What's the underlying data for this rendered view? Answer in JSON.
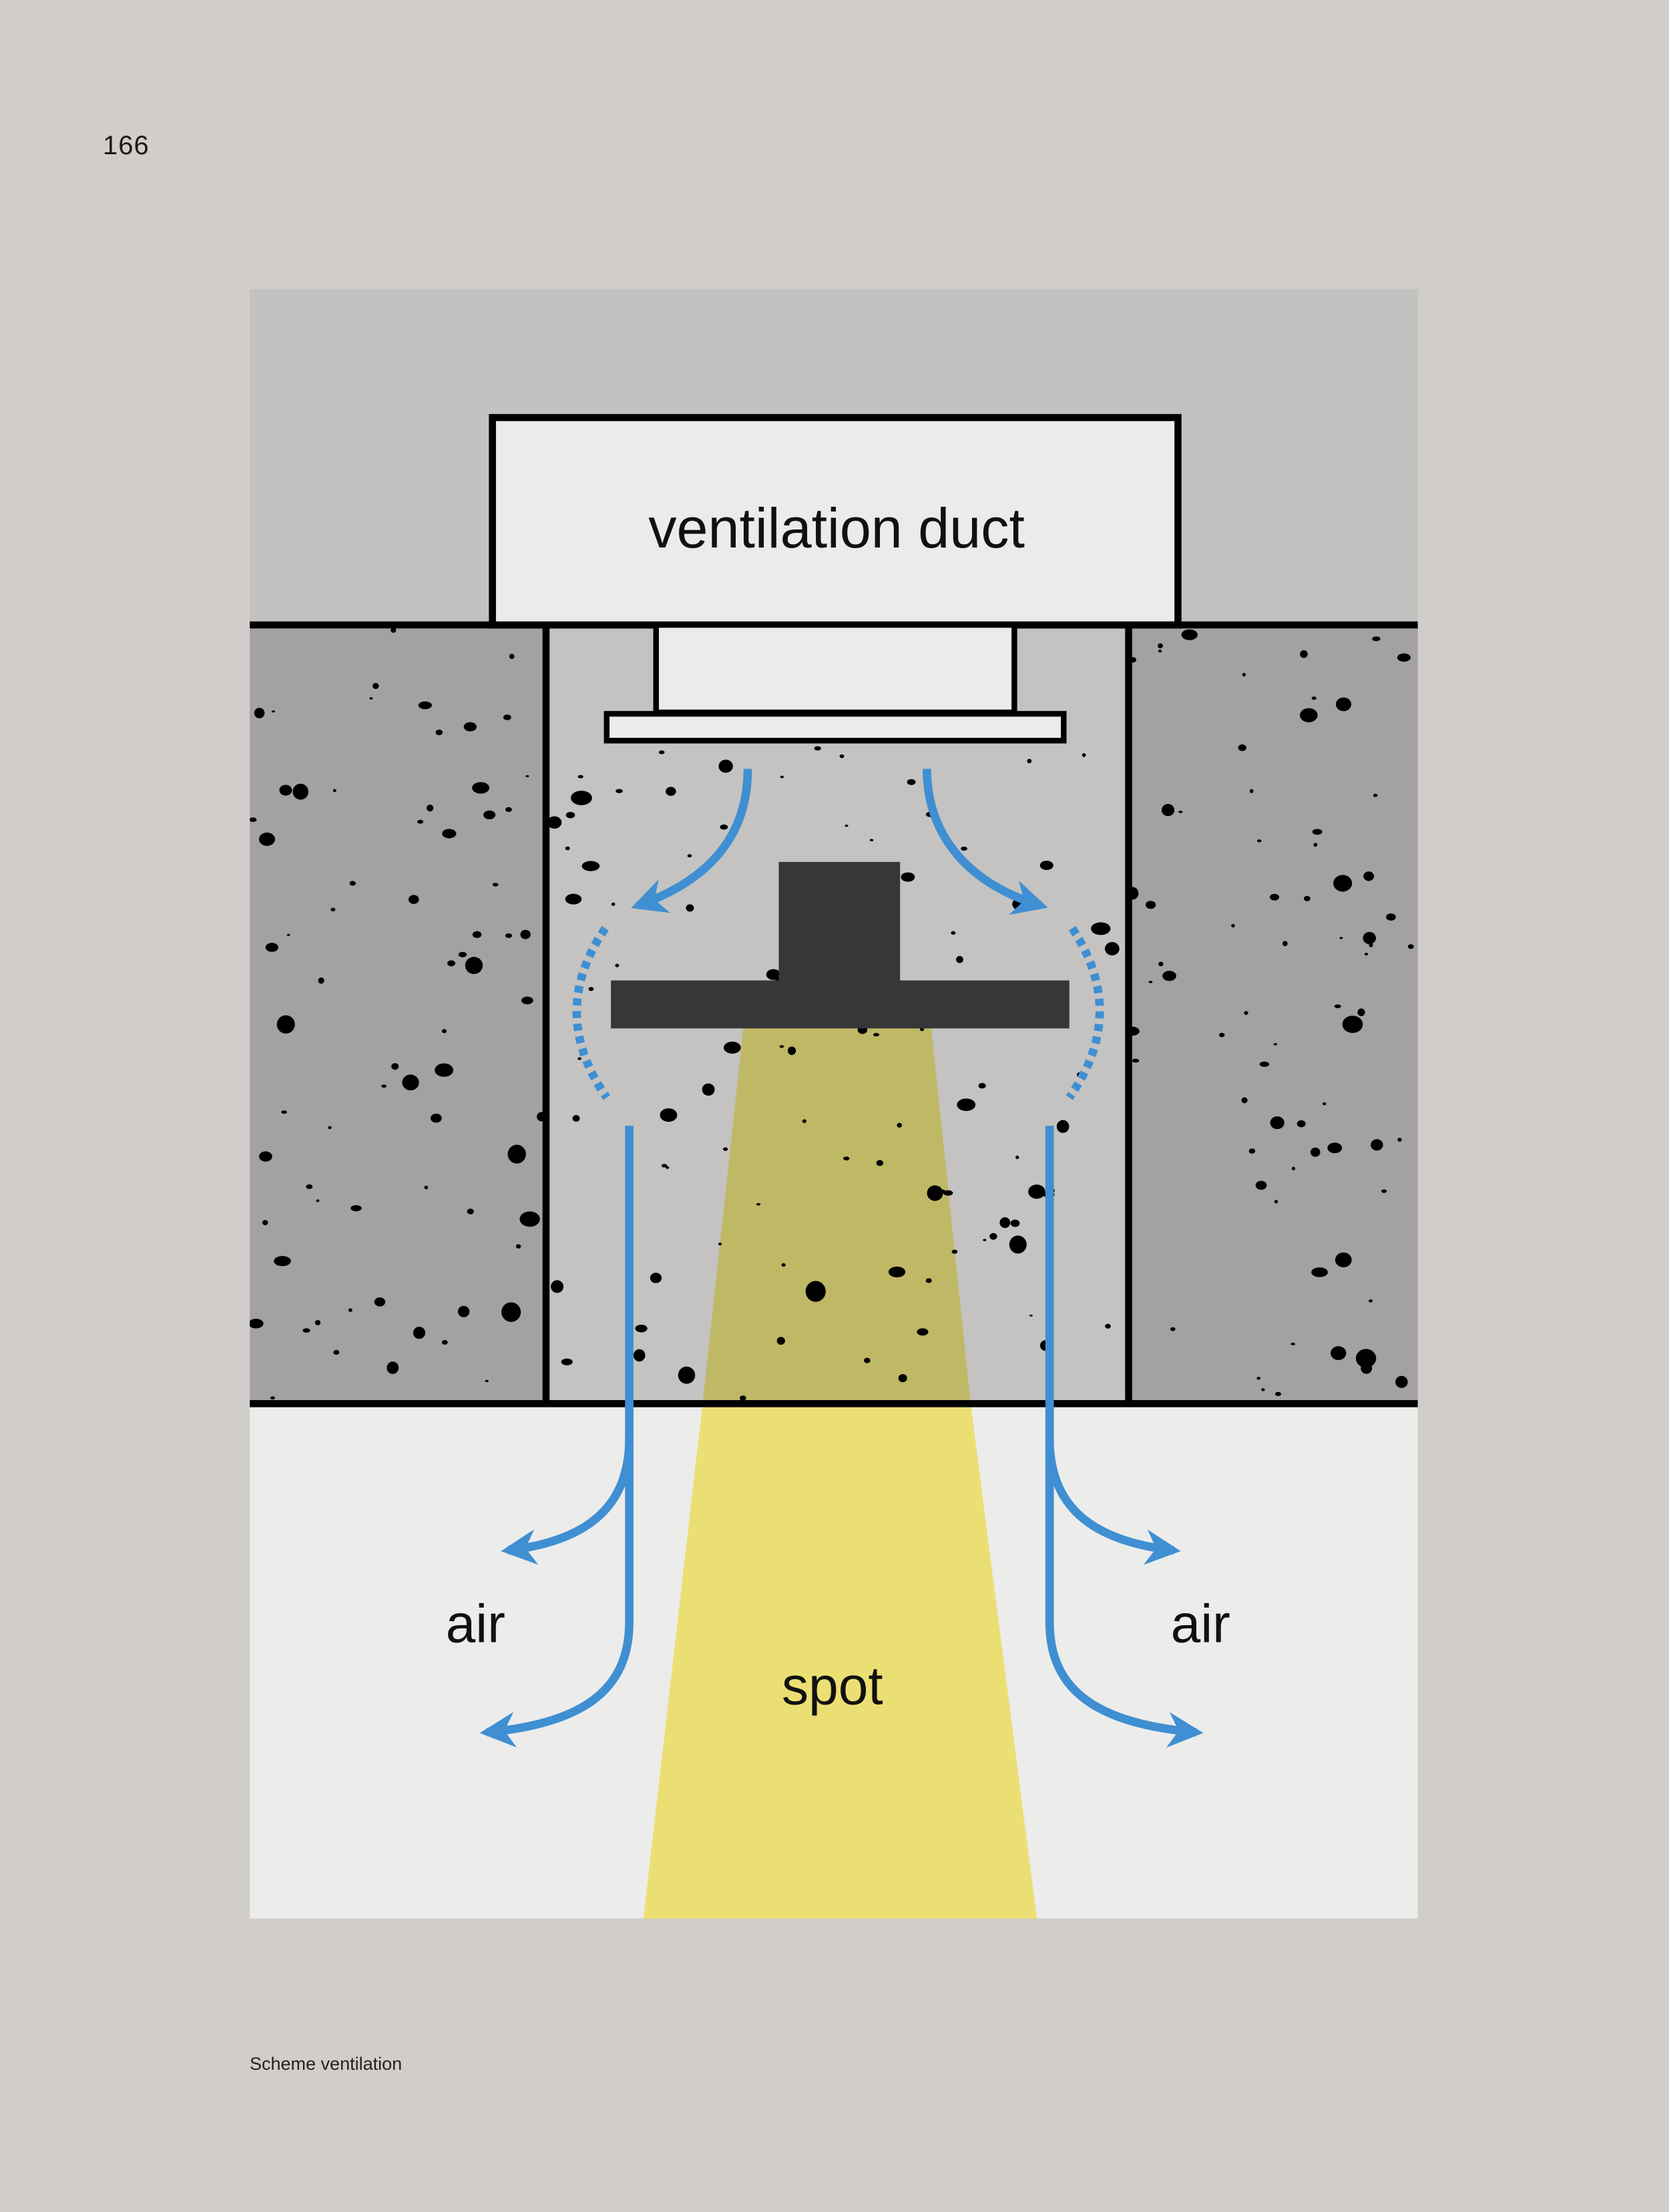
{
  "page_number": "166",
  "caption": "Scheme ventilation",
  "diagram": {
    "duct_label": "ventilation duct",
    "air_left_label": "air",
    "air_right_label": "air",
    "spot_label": "spot"
  },
  "colors": {
    "background": "#d1cdca",
    "ceiling_void": "#c3c2c0",
    "concrete": "#a3a1a2",
    "opening": "#c4c3c1",
    "room": "#ececeb",
    "light_beam": "#ebdf74",
    "air_flow": "#3f8fd2",
    "luminaire": "#373737"
  }
}
